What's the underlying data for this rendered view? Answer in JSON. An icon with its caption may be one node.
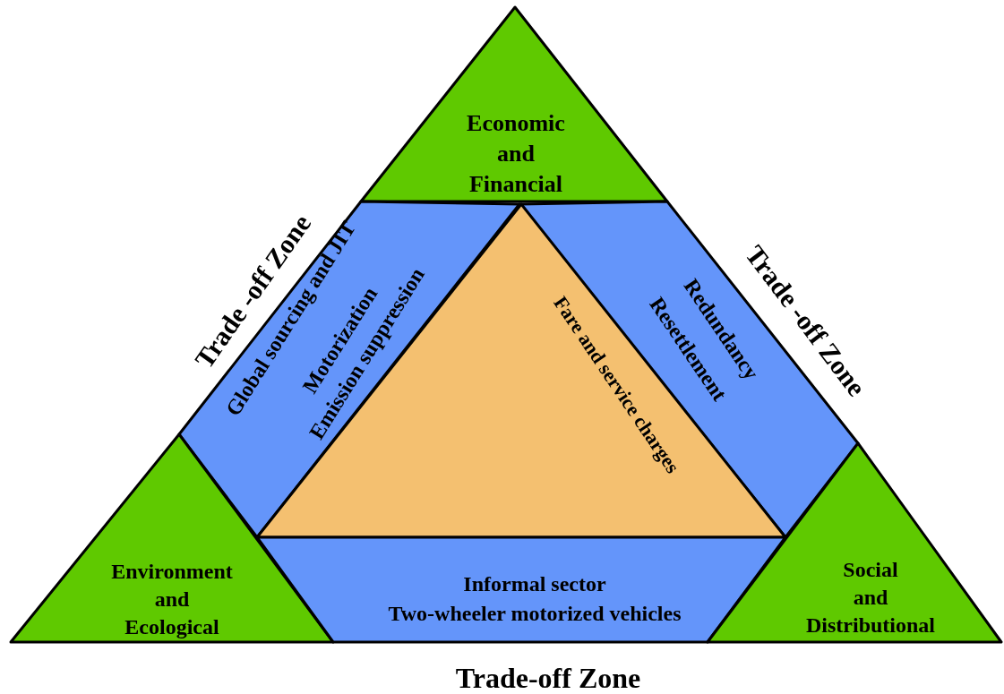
{
  "diagram": {
    "nodes": [
      {
        "text": [
          "Economic and Financial"
        ]
      },
      {
        "text": [
          "Global sourcing and JIT",
          "Motorization",
          "Emission suppression"
        ]
      },
      {
        "text": [
          "Redundancy",
          "Resettlement"
        ]
      },
      {
        "text": [],
        "shape": "triangle"
      },
      {
        "text": [
          "Environment and Ecological"
        ]
      },
      {
        "text": [
          "Informal sector",
          "Two-wheeler motorized vehicles"
        ]
      },
      {
        "text": [
          "Social and Distributional"
        ]
      }
    ],
    "labels": [
      "Trade -off Zone",
      "Trade -off Zone",
      "Fare and service charges",
      "Trade-off Zone"
    ]
  }
}
